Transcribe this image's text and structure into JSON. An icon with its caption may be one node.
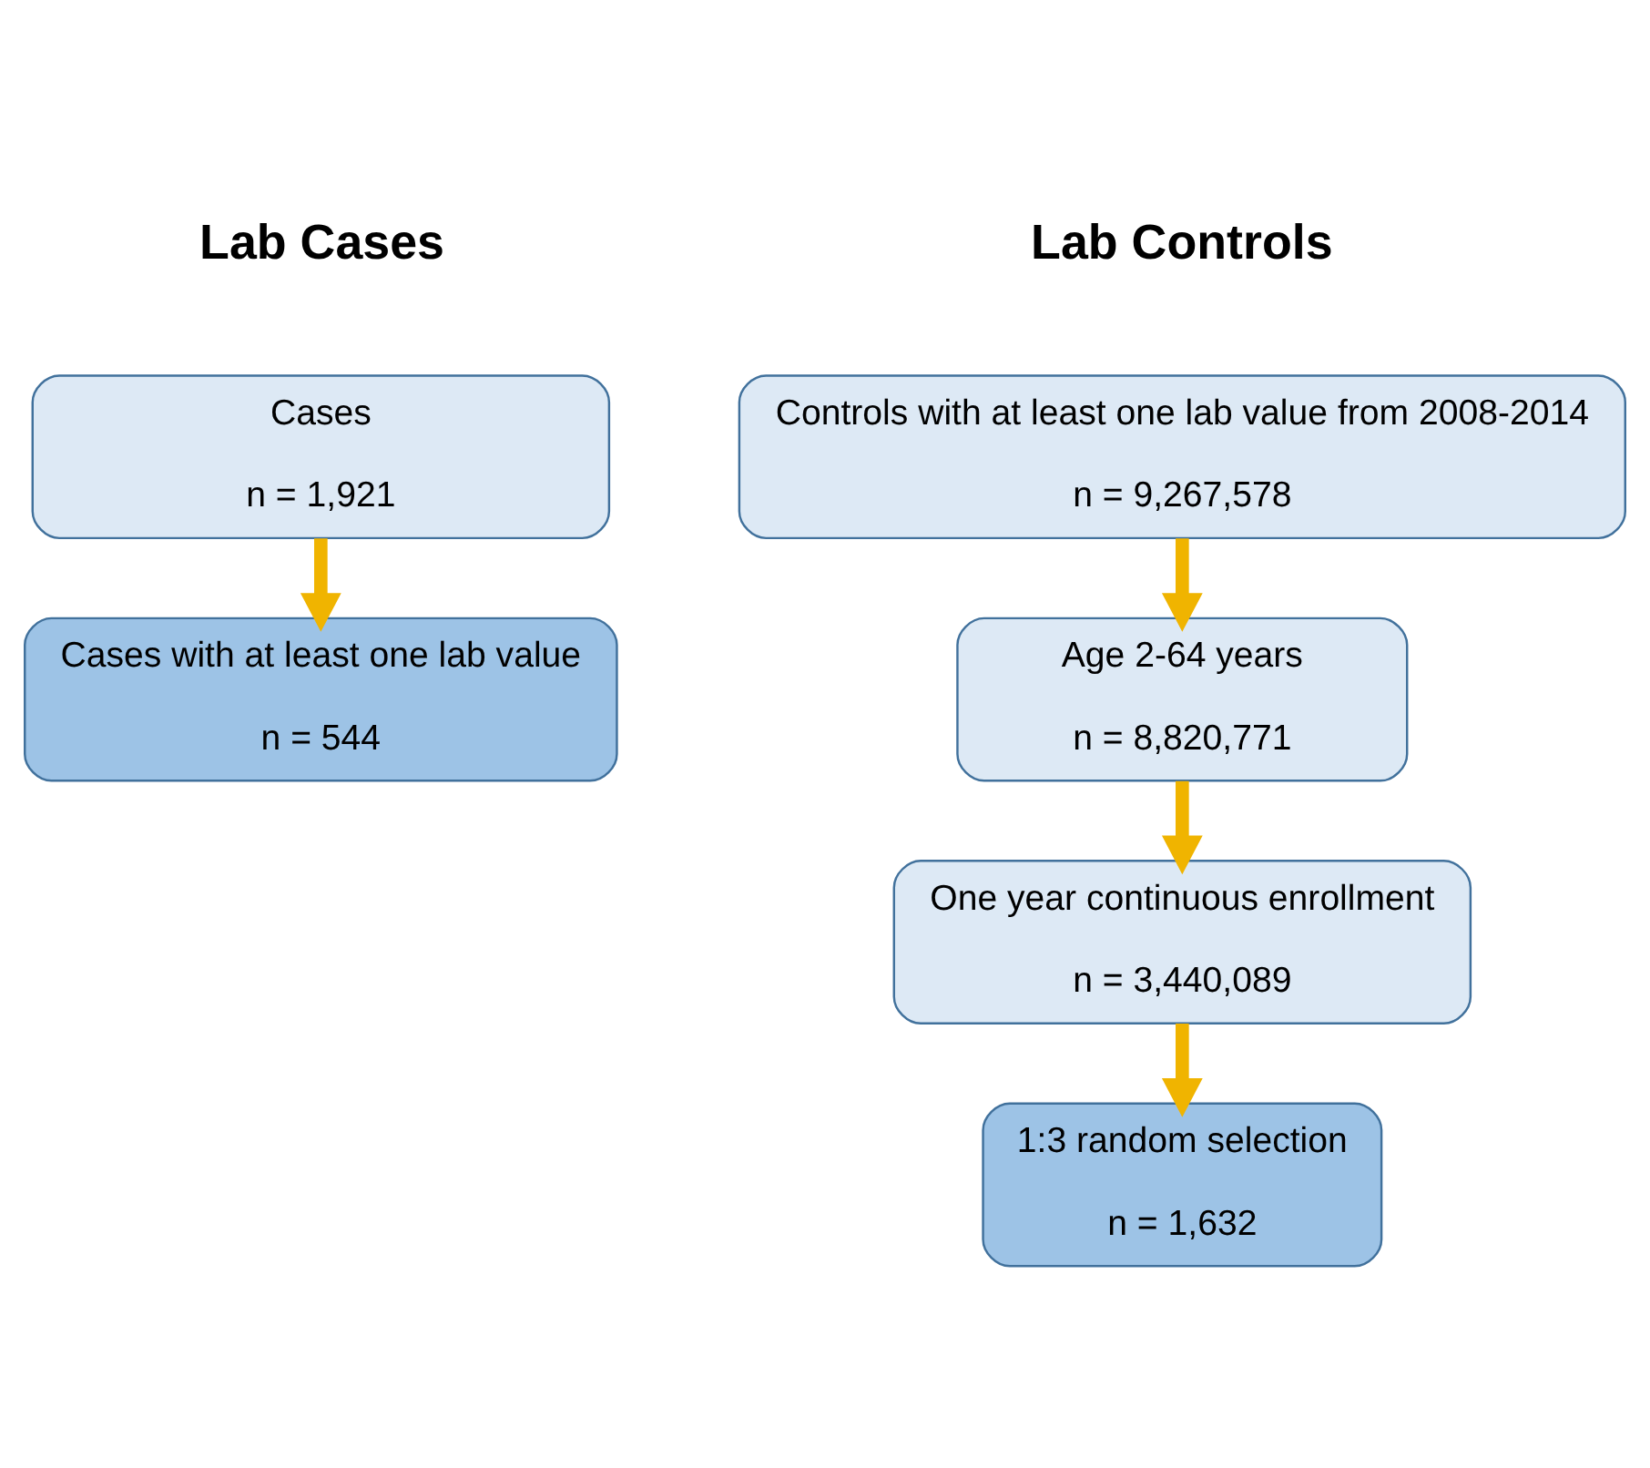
{
  "diagram": {
    "nodes": [
      {
        "text": [
          "Cases",
          "n = 1,921"
        ]
      },
      {
        "text": [
          "Cases with at least one lab value",
          "n = 544"
        ]
      },
      {
        "text": [
          "Controls with at least one lab value from 2008-2014",
          "n = 9,267,578"
        ]
      },
      {
        "text": [
          "Age 2-64 years",
          "n = 8,820,771"
        ]
      },
      {
        "text": [
          "One year continuous enrollment",
          "n = 3,440,089"
        ]
      },
      {
        "text": [
          "1:3 random selection",
          "n = 1,632"
        ]
      }
    ],
    "edges": [
      {
        "from": 0,
        "to": 1,
        "arrow": "to"
      },
      {
        "from": 2,
        "to": 3,
        "arrow": "to"
      },
      {
        "from": 3,
        "to": 4,
        "arrow": "to"
      },
      {
        "from": 4,
        "to": 5,
        "arrow": "to"
      }
    ],
    "labels": [
      "Lab Cases",
      "Lab Controls"
    ]
  }
}
